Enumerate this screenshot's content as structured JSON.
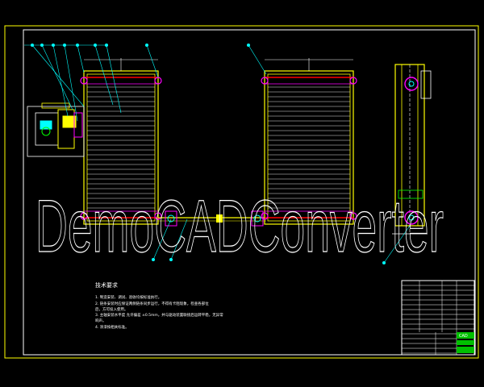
{
  "watermark": "DemoCADConverter",
  "colors": {
    "background": "#000000",
    "frame": "#ffff00",
    "outline": "#ffff00",
    "slat": "#ffffff",
    "red": "#ff0000",
    "magenta": "#ff00ff",
    "cyan": "#00ffff",
    "green": "#00ff00",
    "leader": "#00ffff"
  },
  "notes": {
    "title": "技术要求",
    "lines": [
      "1. 制造安装、调试、验收均按标准执行。",
      "2. 链条安装时应保证两侧链条同步运行，不得有卡阻现象，检查各部位",
      "   后，方可投入使用。",
      "3. 主轴安装水平度 允许偏差 ±0.5mm，并与驱动装置联接后运转平稳，无异常",
      "   响声。",
      "4. 涂漆按相关标准。"
    ]
  },
  "title_block": {
    "logo": "CAD"
  }
}
